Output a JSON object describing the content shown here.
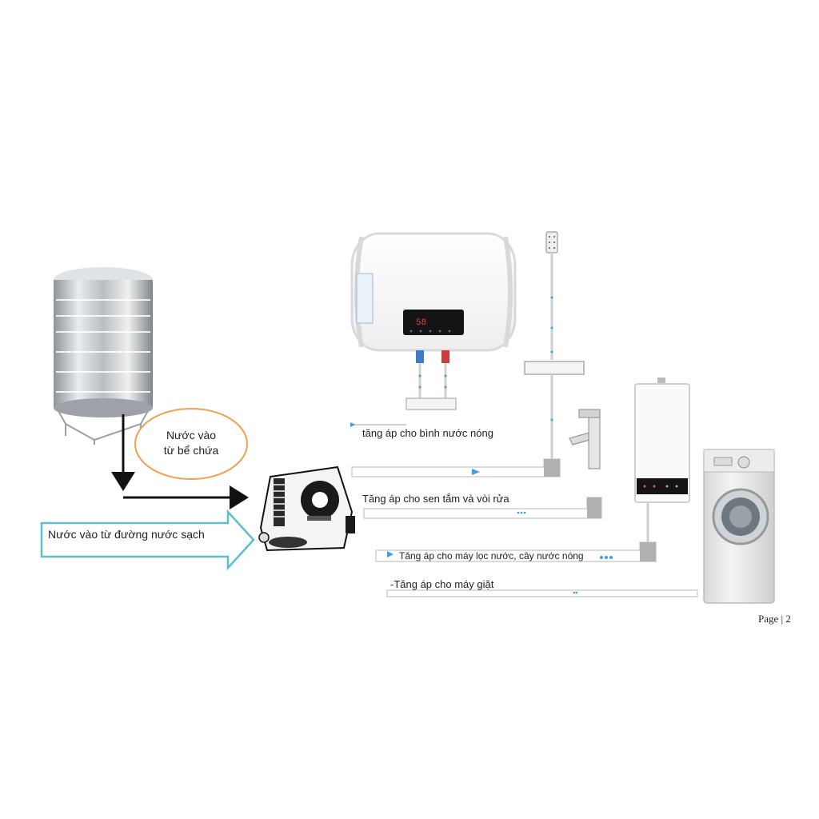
{
  "tank_label": {
    "line1": "Nước vào",
    "line2": "từ bể chứa"
  },
  "inlet_label": "Nước vào từ đường nước sạch",
  "heater_display": "58",
  "outputs": [
    {
      "label": "tăng áp cho bình nước nóng"
    },
    {
      "label": "Tăng áp cho sen tắm và vòi rửa"
    },
    {
      "label": "Tăng áp cho máy lọc nước, cây nước nóng"
    },
    {
      "label": "-Tăng áp cho máy giặt"
    }
  ],
  "page_label": "Page | 2",
  "colors": {
    "bubble_border": "#f0a050",
    "inlet_arrow": "#5bbfd0",
    "flow_dots": "#3aa0e0",
    "pipe": "#cfcfcf",
    "heater_accent": "#d9d9d9"
  }
}
